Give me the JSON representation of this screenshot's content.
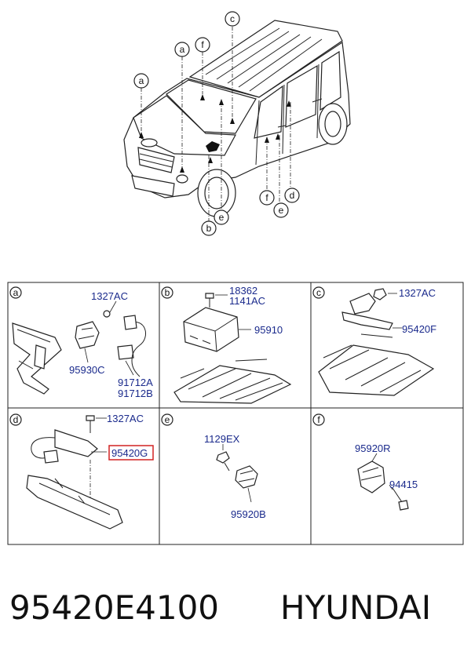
{
  "footer": {
    "part_number": "95420E4100",
    "brand": "HYUNDAI"
  },
  "overview": {
    "callouts": [
      "a",
      "f",
      "c",
      "a",
      "f",
      "d",
      "e",
      "b",
      "e"
    ]
  },
  "panels": [
    {
      "letter": "a",
      "labels": [
        "1327AC",
        "95930C",
        "91712A",
        "91712B"
      ]
    },
    {
      "letter": "b",
      "labels": [
        "18362",
        "1141AC",
        "95910"
      ]
    },
    {
      "letter": "c",
      "labels": [
        "1327AC",
        "95420F"
      ]
    },
    {
      "letter": "d",
      "labels": [
        "1327AC",
        "95420G"
      ]
    },
    {
      "letter": "e",
      "labels": [
        "1129EX",
        "95920B"
      ]
    },
    {
      "letter": "f",
      "labels": [
        "95920R",
        "94415"
      ]
    }
  ],
  "colors": {
    "label": "#1a2a8c",
    "highlight": "#d22222",
    "line": "#222222"
  }
}
